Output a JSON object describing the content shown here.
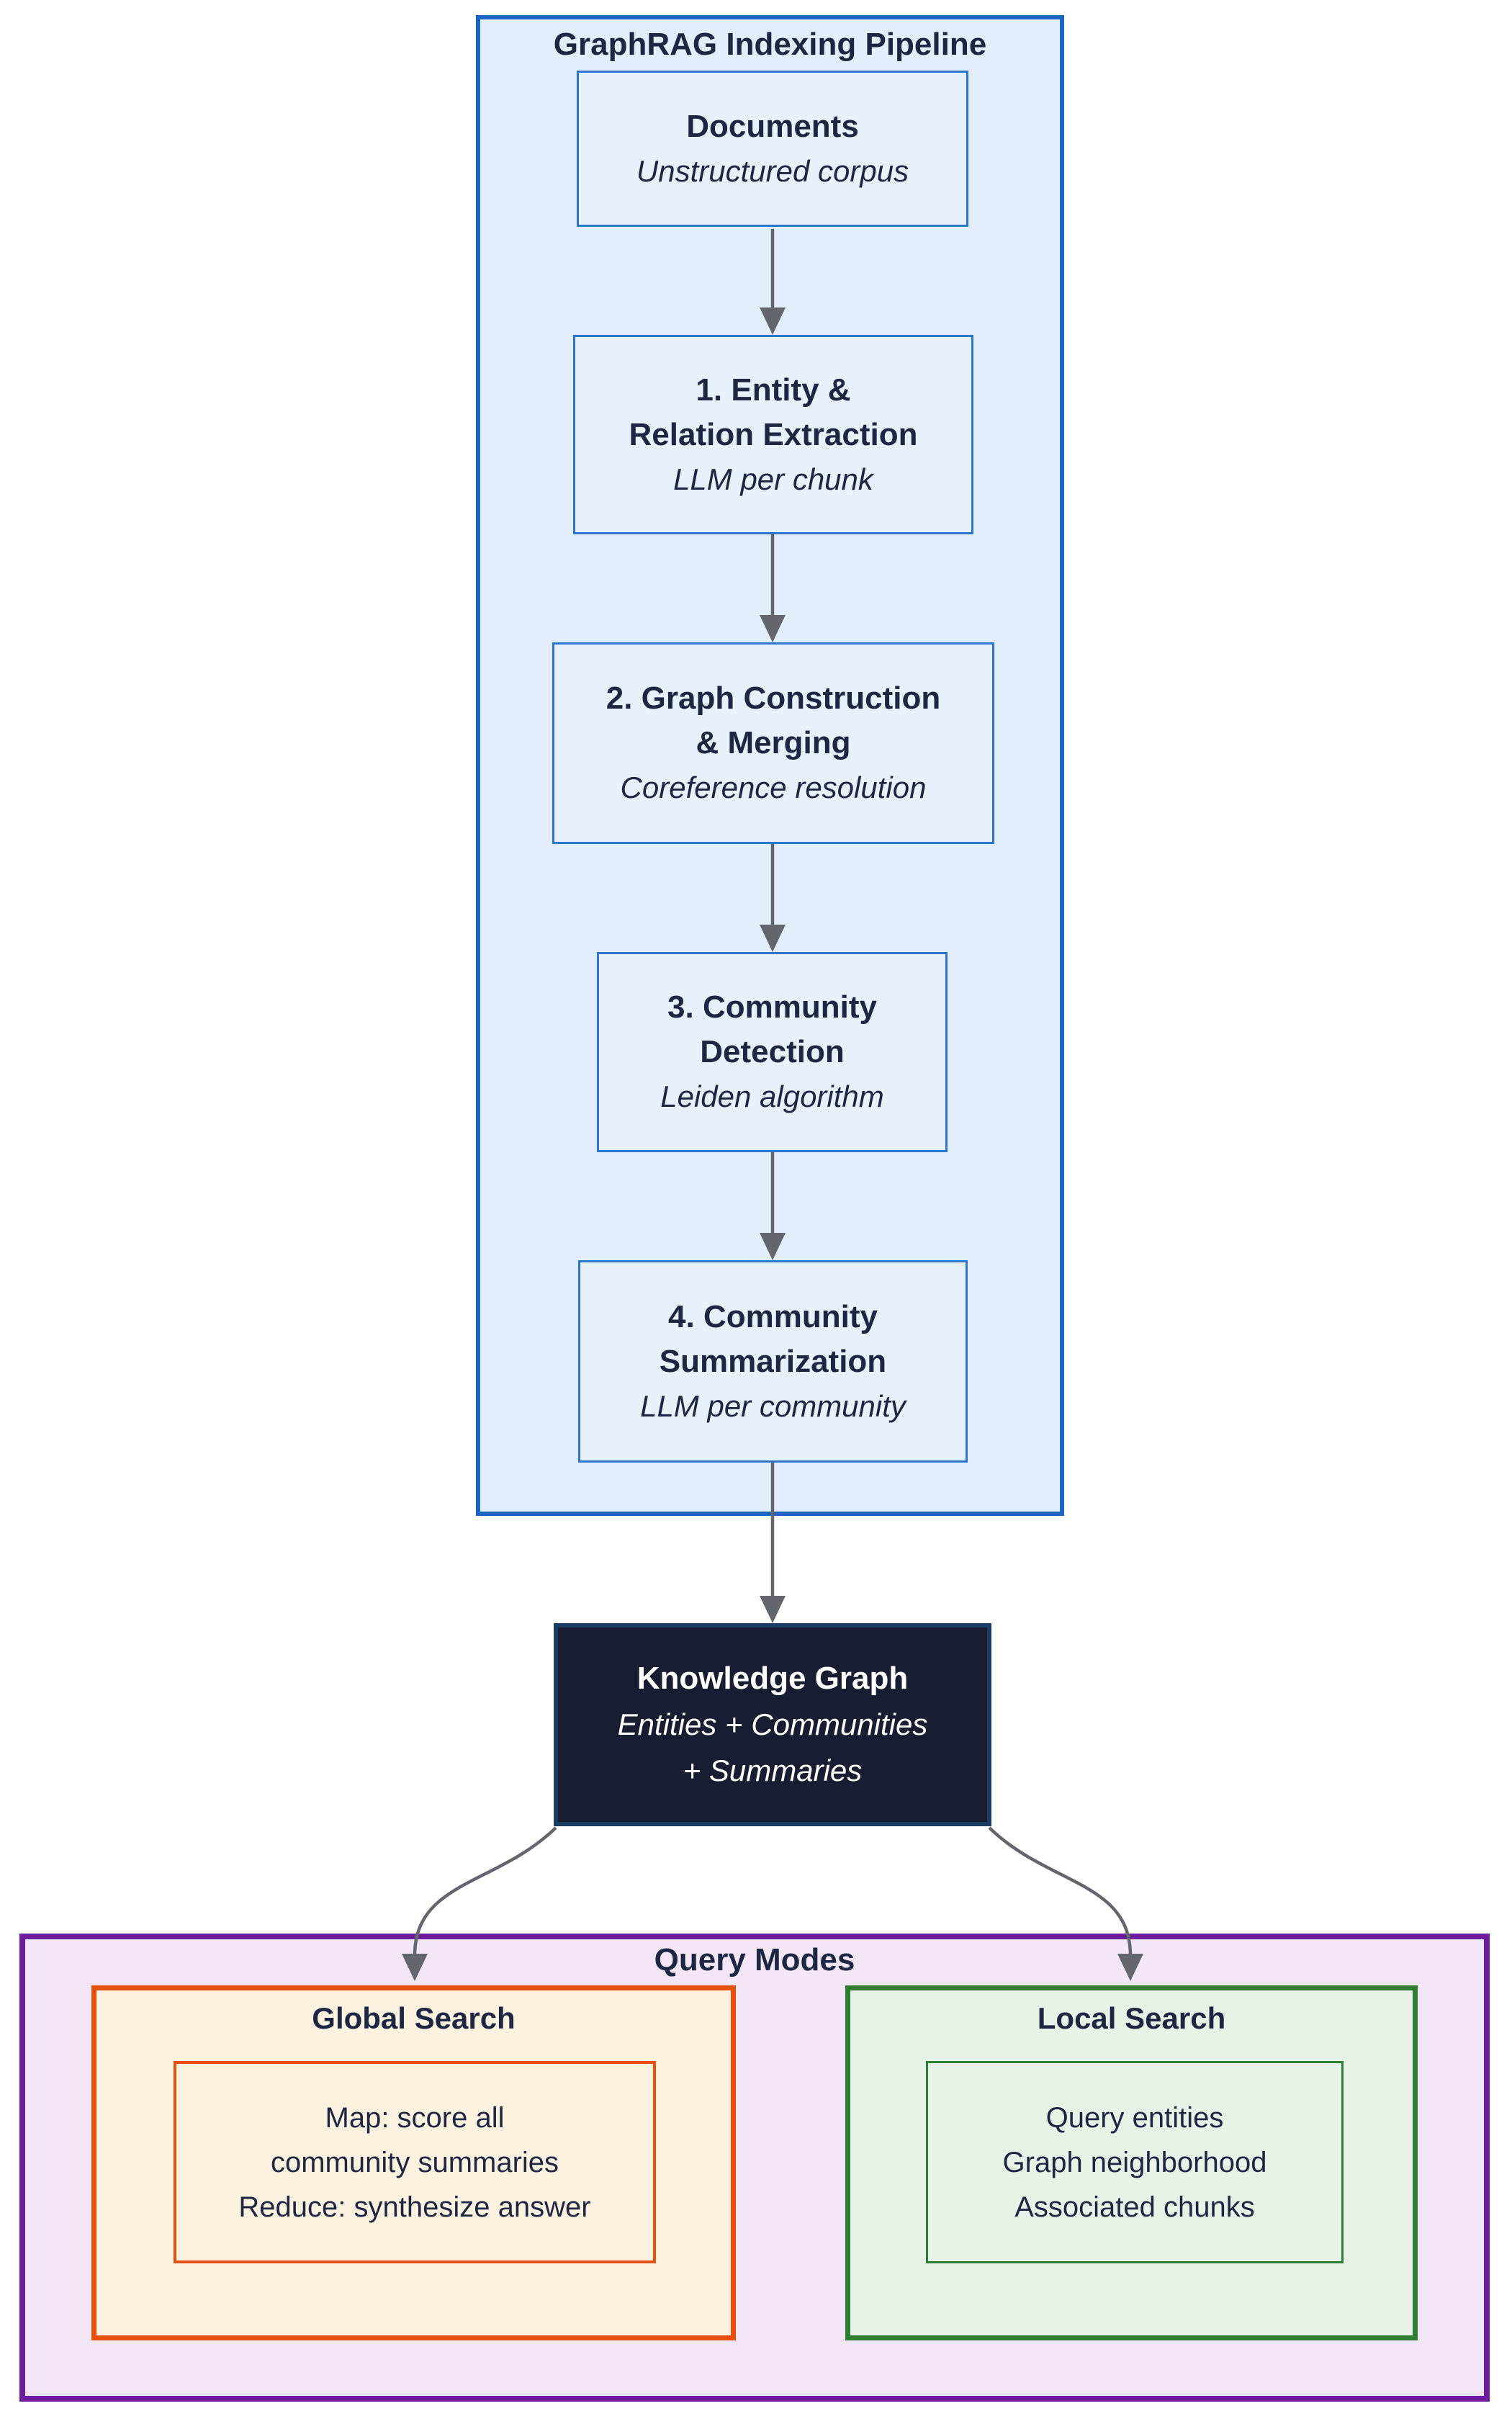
{
  "colors": {
    "canvas-bg": "#ffffff",
    "text-dark": "#1e2742",
    "pipeline-bg": "#e2eefb",
    "pipeline-border": "#1a64c4",
    "step-bg": "#e6f1fc",
    "step-border": "#2e75cc",
    "kg-bg": "#181d31",
    "kg-border": "#1c3d63",
    "kg-text": "#ffffff",
    "qm-bg": "#f2e6f7",
    "qm-border": "#6d1c9e",
    "global-bg": "#fdf1e0",
    "global-border": "#e8500b",
    "local-bg": "#e7f3e7",
    "local-border": "#2f7d33",
    "arrow": "#63666d"
  },
  "pipeline": {
    "title": "GraphRAG Indexing Pipeline",
    "steps": [
      {
        "line1": "Documents",
        "subtitle": "Unstructured corpus"
      },
      {
        "line1": "1. Entity &",
        "line2": "Relation Extraction",
        "subtitle": "LLM per chunk"
      },
      {
        "line1": "2. Graph Construction",
        "line2": "& Merging",
        "subtitle": "Coreference resolution"
      },
      {
        "line1": "3. Community",
        "line2": "Detection",
        "subtitle": "Leiden algorithm"
      },
      {
        "line1": "4. Community",
        "line2": "Summarization",
        "subtitle": "LLM per community"
      }
    ]
  },
  "knowledge_graph": {
    "title": "Knowledge Graph",
    "line1": "Entities + Communities",
    "line2": "+ Summaries"
  },
  "query_modes": {
    "title": "Query Modes",
    "global": {
      "title": "Global Search",
      "lines": [
        "Map: score all",
        "community summaries",
        "Reduce: synthesize answer"
      ]
    },
    "local": {
      "title": "Local Search",
      "lines": [
        "Query entities",
        "Graph neighborhood",
        "Associated chunks"
      ]
    }
  }
}
